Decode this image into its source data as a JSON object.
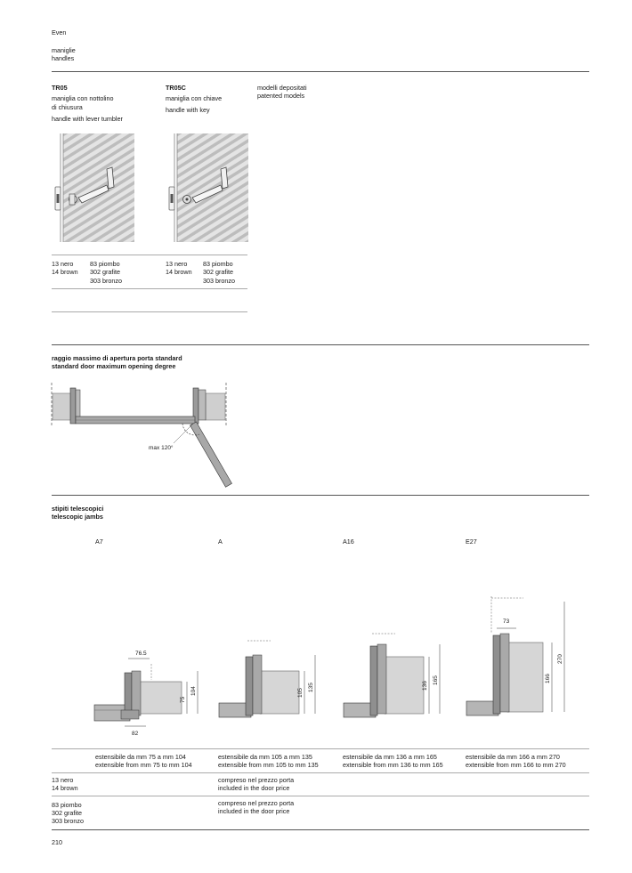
{
  "header": {
    "brand": "Even",
    "section_it": "maniglie",
    "section_en": "handles"
  },
  "handles": [
    {
      "code": "TR05",
      "desc_it_1": "maniglia con nottolino",
      "desc_it_2": "di chiusura",
      "desc_en": "handle with lever tumbler",
      "finishes_a": [
        "13 nero",
        "14 brown"
      ],
      "finishes_b": [
        "83 piombo",
        "302 grafite",
        "303 bronzo"
      ]
    },
    {
      "code": "TR05C",
      "desc_it_1": "maniglia con chiave",
      "desc_en": "handle with key",
      "finishes_a": [
        "13 nero",
        "14 brown"
      ],
      "finishes_b": [
        "83 piombo",
        "302 grafite",
        "303 bronzo"
      ]
    }
  ],
  "patent": {
    "it": "modelli depositati",
    "en": "patented models"
  },
  "opening": {
    "title_it": "raggio massimo di apertura porta standard",
    "title_en": "standard door maximum opening degree",
    "angle_label": "max 120°"
  },
  "jambs": {
    "title_it": "stipiti telescopici",
    "title_en": "telescopic jambs",
    "types": [
      {
        "name": "A7",
        "dims": [
          "76.5",
          "75",
          "104",
          "82"
        ],
        "range_it": "estensibile da mm 75 a mm 104",
        "range_en": "extensible from mm 75 to mm 104"
      },
      {
        "name": "A",
        "dims": [
          "105",
          "135"
        ],
        "range_it": "estensibile da mm 105 a mm 135",
        "range_en": "extensible from mm 105 to mm 135"
      },
      {
        "name": "A16",
        "dims": [
          "136",
          "165"
        ],
        "range_it": "estensibile da mm 136 a mm 165",
        "range_en": "extensible from mm 136 to mm 165"
      },
      {
        "name": "E27",
        "dims": [
          "73",
          "166",
          "270"
        ],
        "range_it": "estensibile da mm 166 a mm 270",
        "range_en": "extensible from mm 166 to mm 270"
      }
    ],
    "finish_rows": [
      {
        "finishes": [
          "13 nero",
          "14 brown"
        ],
        "note_it": "compreso nel prezzo porta",
        "note_en": "included in the door price"
      },
      {
        "finishes": [
          "83 piombo",
          "302 grafite",
          "303 bronzo"
        ],
        "note_it": "compreso nel prezzo porta",
        "note_en": "included in the door price"
      }
    ]
  },
  "footer": {
    "page_number": "210"
  }
}
